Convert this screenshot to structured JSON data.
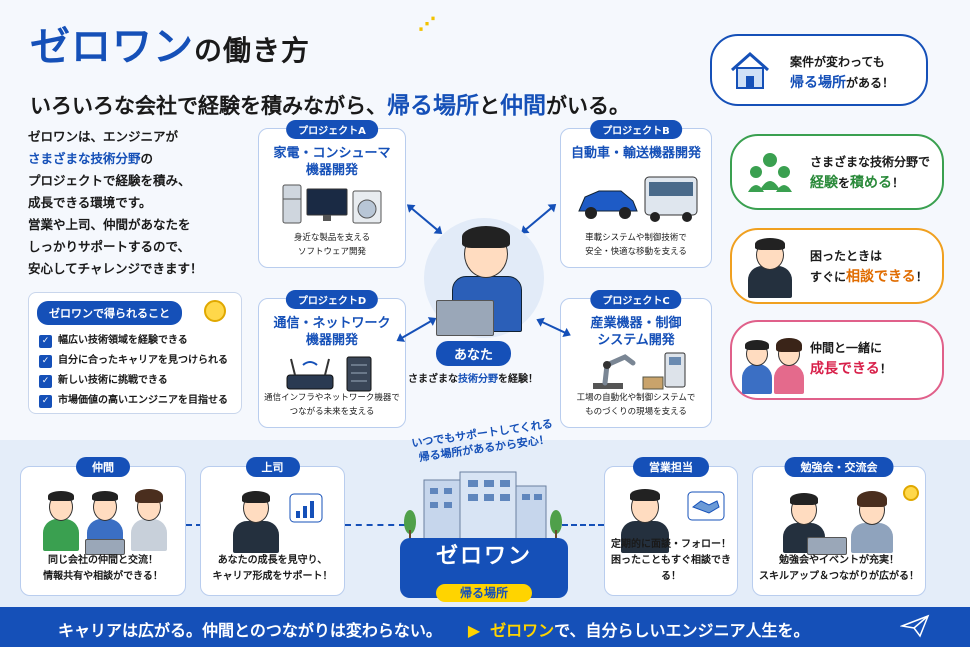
{
  "header": {
    "title_main": "ゼロワン",
    "title_suffix": "の働き方",
    "subtitle_pre": "いろいろな会社で経験を積みながら、",
    "subtitle_hl1": "帰る場所",
    "subtitle_mid": "と",
    "subtitle_hl2": "仲間",
    "subtitle_post": "がいる。"
  },
  "intro": {
    "line1": "ゼロワンは、エンジニアが",
    "line2_hl": "さまざまな技術分野",
    "line2_post": "の",
    "line3": "プロジェクトで経験を積み、",
    "line4": "成長できる環境です。",
    "line5": "営業や上司、仲間があなたを",
    "line6": "しっかりサポートするので、",
    "line7": "安心してチャレンジできます！"
  },
  "benefits": {
    "header": "ゼロワンで得られること",
    "items": [
      "幅広い技術領域を経験できる",
      "自分に合ったキャリアを見つけられる",
      "新しい技術に挑戦できる",
      "市場価値の高いエンジニアを目指せる"
    ]
  },
  "projects": {
    "a": {
      "tag": "プロジェクトA",
      "title1": "家電・コンシューマ",
      "title2": "機器開発",
      "desc1": "身近な製品を支える",
      "desc2": "ソフトウェア開発"
    },
    "b": {
      "tag": "プロジェクトB",
      "title1": "自動車・輸送機器開発",
      "title2": "",
      "desc1": "車載システムや制御技術で",
      "desc2": "安全・快適な移動を支える"
    },
    "c": {
      "tag": "プロジェクトC",
      "title1": "産業機器・制御",
      "title2": "システム開発",
      "desc1": "工場の自動化や制御システムで",
      "desc2": "ものづくりの現場を支える"
    },
    "d": {
      "tag": "プロジェクトD",
      "title1": "通信・ネットワーク",
      "title2": "機器開発",
      "desc1": "通信インフラやネットワーク機器で",
      "desc2": "つながる未来を支える"
    }
  },
  "center": {
    "tag": "あなた",
    "desc_pre": "さまざまな",
    "desc_hl": "技術分野",
    "desc_post": "を経験！"
  },
  "bubbles": [
    {
      "line1": "案件が変わっても",
      "hl": "帰る場所",
      "post": "がある！"
    },
    {
      "line1": "さまざまな技術分野で",
      "hl": "経験",
      "mid": "を",
      "hl2": "積める",
      "post": "！"
    },
    {
      "line1": "困ったときは",
      "pre2": "すぐに",
      "hl": "相談できる",
      "post": "！"
    },
    {
      "line1": "仲間と一緒に",
      "hl": "成長できる",
      "post": "！"
    }
  ],
  "arc_text": {
    "line1": "いつでもサポートしてくれる",
    "line2": "帰る場所があるから安心！"
  },
  "support": {
    "peers": {
      "tag": "仲間",
      "desc1": "同じ会社の仲間と交流！",
      "desc2": "情報共有や相談ができる！"
    },
    "boss": {
      "tag": "上司",
      "desc1": "あなたの成長を見守り、",
      "desc2": "キャリア形成をサポート！"
    },
    "sales": {
      "tag": "営業担当",
      "desc1": "定期的に面談・フォロー！",
      "desc2": "困ったこともすぐ相談できる！"
    },
    "study": {
      "tag": "勉強会・交流会",
      "desc1": "勉強会やイベントが充実！",
      "desc2": "スキルアップ＆つながりが広がる！"
    }
  },
  "hq": {
    "name": "ゼロワン",
    "sub": "帰る場所"
  },
  "footer": {
    "text1": "キャリアは広がる。仲間とのつながりは変わらない。",
    "arrow": "▶",
    "hl": "ゼロワン",
    "text2": "で、自分らしいエンジニア人生を。"
  },
  "colors": {
    "brand_blue": "#1550b8",
    "accent_yellow": "#ffd400",
    "green": "#3aa050",
    "orange": "#f0a020",
    "pink": "#e0608a"
  }
}
